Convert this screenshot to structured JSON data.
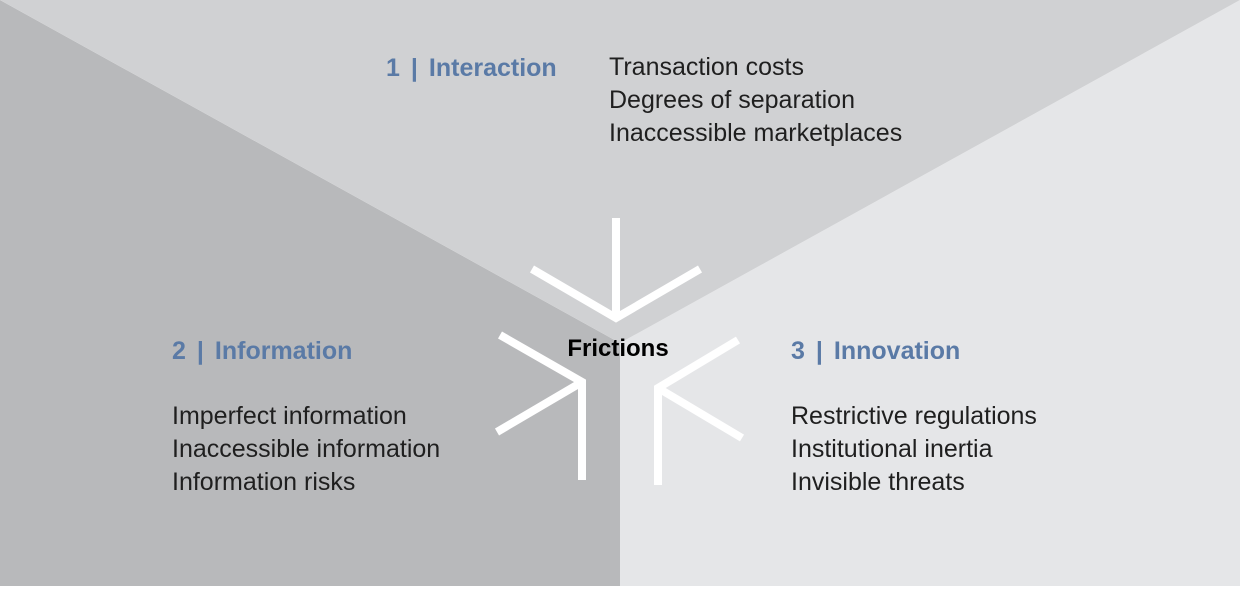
{
  "colors": {
    "top_region": "#d0d1d3",
    "left_region": "#b8b9bb",
    "right_region": "#e5e6e8",
    "bottom_strip": "#ffffff",
    "heading_accent": "#5a7aa6",
    "body_text": "#1f1f1f",
    "arrow": "#ffffff"
  },
  "center": {
    "label": "Frictions"
  },
  "sections": [
    {
      "number": "1",
      "separator": "|",
      "title": "Interaction",
      "items": [
        "Transaction costs",
        "Degrees of separation",
        "Inaccessible marketplaces"
      ]
    },
    {
      "number": "2",
      "separator": "|",
      "title": "Information",
      "items": [
        "Imperfect information",
        "Inaccessible information",
        "Information risks"
      ]
    },
    {
      "number": "3",
      "separator": "|",
      "title": "Innovation",
      "items": [
        "Restrictive regulations",
        "Institutional inertia",
        "Invisible threats"
      ]
    }
  ],
  "icons": [
    "arrow-down-icon",
    "arrow-right-icon",
    "arrow-left-icon"
  ]
}
